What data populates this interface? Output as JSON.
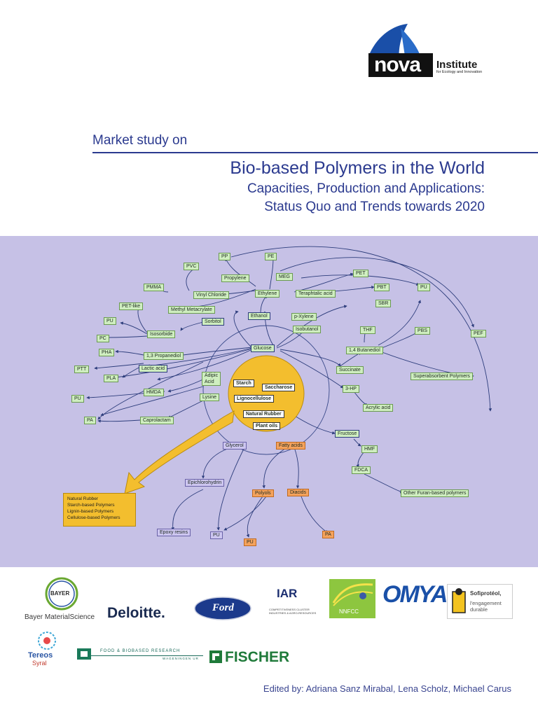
{
  "logo": {
    "word": "nova",
    "institute": "Institute",
    "subtitle": "for Ecology and Innovation",
    "colors": {
      "blue": "#1a4fa8",
      "black": "#111111"
    }
  },
  "header": {
    "market": "Market study on",
    "title": "Bio-based Polymers in the World",
    "subtitle_line1": "Capacities, Production and Applications:",
    "subtitle_line2": "Status Quo and Trends towards 2020"
  },
  "diagram": {
    "center": {
      "starch": "Starch",
      "saccharose": "Saccharose",
      "lignocellulose": "Lignocellulose",
      "natural_rubber": "Natural Rubber",
      "plant_oils": "Plant oils"
    },
    "nodes": {
      "pp": "PP",
      "pe": "PE",
      "pvc": "PVC",
      "propylene": "Propylene",
      "meg": "MEG",
      "pet": "PET",
      "pmma": "PMMA",
      "vinyl_chloride": "Vinyl Chloride",
      "ethylene": "Ethylene",
      "teraphtalic": "Teraphtalic acid",
      "pbt": "PBT",
      "pu_right": "PU",
      "pet_like": "PET-like",
      "methyl_metacrylate": "Methyl Metacrylate",
      "sbr": "SBR",
      "ethanol": "Ethanol",
      "p_xylene": "p-Xylene",
      "pu_left1": "PU",
      "isosorbide": "Isosorbide",
      "sorbitol": "Sorbitol",
      "isobutanol": "Isobutanol",
      "thf": "THF",
      "pbs": "PBS",
      "pef": "PEF",
      "pc": "PC",
      "butanediol": "1,4 Butanediol",
      "pha": "PHA",
      "propanediol": "1,3 Propanediol",
      "glucose": "Glucose",
      "ptt": "PTT",
      "lactic_acid": "Lactic acid",
      "succinate": "Succinate",
      "superabsorbent": "Superabsorbent Polymers",
      "pla": "PLA",
      "adipic_acid_1": "Adipic",
      "adipic_acid_2": "Acid",
      "hp3": "3-HP",
      "hmda": "HMDA",
      "pu_left2": "PU",
      "lysine": "Lysine",
      "acrylic_acid": "Acrylic acid",
      "pa_left": "PA",
      "caprolactam": "Caprolactam",
      "fructose": "Fructose",
      "glycerol": "Glycerol",
      "fatty_acids": "Fatty acids",
      "hmf": "HMF",
      "fdca": "FDCA",
      "epichlorohydrin": "Epichlorohydrin",
      "polyols": "Polyols",
      "diacids": "Diacids",
      "other_furan": "Other Furan-based polymers",
      "epoxy": "Epoxy resins",
      "pu_bottom": "PU",
      "pu_orange": "PU",
      "pa_orange": "PA"
    },
    "output_box": [
      "Natural Rubber",
      "Starch-based Polymers",
      "Lignin-based Polymers",
      "Cellulose-based Polymers"
    ],
    "colors": {
      "panel": "#c6c1e6",
      "green_node": "#cfeec0",
      "orange_node": "#f4a25c",
      "yellow": "#f3be2e",
      "arrow": "#2d3d7c"
    }
  },
  "sponsors": {
    "bayer": "BAYER",
    "bayer_text": "Bayer MaterialScience",
    "deloitte": "Deloitte.",
    "ford": "Ford",
    "iar": "IAR",
    "iar_sub": "COMPETITIVENESS CLUSTER INDUSTRIES & AGRO-RESOURCES",
    "nnfcc": "NNFCC",
    "omya": "OMYA",
    "sofi_name": "Sofiprotéol,",
    "sofi_tag1": "l'engagement",
    "sofi_tag2": "durable",
    "tereos": "Tereos",
    "syral": "Syral",
    "fbr": "FOOD & BIOBASED RESEARCH",
    "fbr_sub": "WAGENINGEN UR",
    "fischer": "FISCHER"
  },
  "footer": {
    "edited": "Edited by: Adriana Sanz Mirabal, Lena Scholz, Michael Carus"
  }
}
